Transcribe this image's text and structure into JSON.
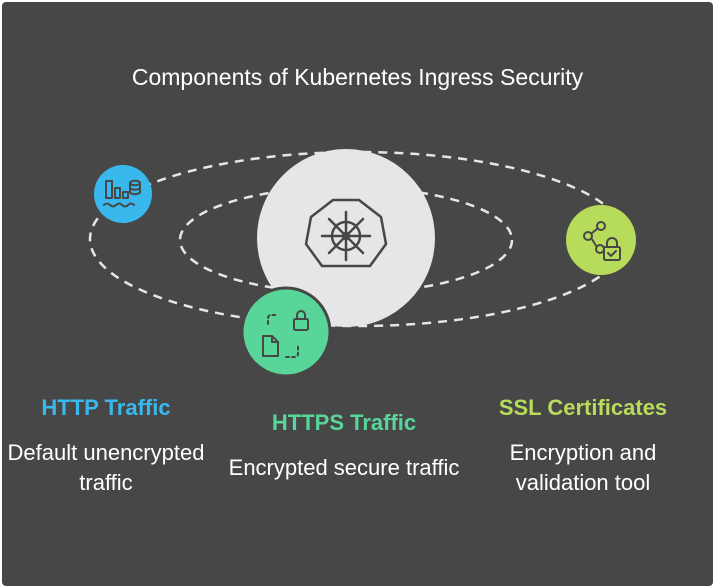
{
  "title": "Components of Kubernetes Ingress Security",
  "nodes": [
    {
      "label": "HTTP Traffic",
      "description": "Default unencrypted traffic",
      "color": "#39b8ee",
      "icon": "data-flow-icon"
    },
    {
      "label": "HTTPS Traffic",
      "description": "Encrypted secure traffic",
      "color": "#58d69a",
      "icon": "secure-document-icon"
    },
    {
      "label": "SSL Certificates",
      "description": "Encryption and validation tool",
      "color": "#b7dc5c",
      "icon": "share-lock-icon"
    }
  ],
  "center": {
    "icon": "kubernetes-icon",
    "color": "#e6e6e6"
  },
  "colors": {
    "background": "#474747",
    "text": "#ffffff",
    "orbit": "#e6e6e6"
  }
}
